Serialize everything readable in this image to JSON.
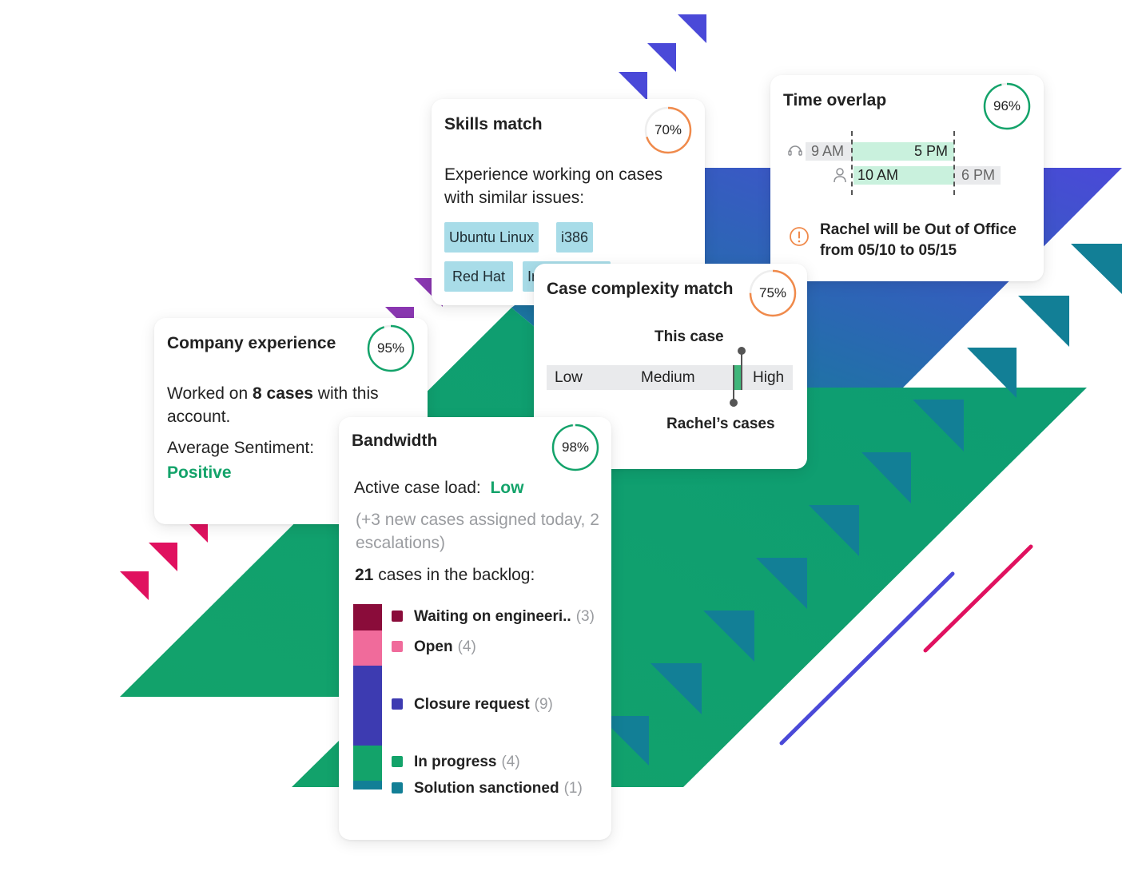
{
  "colors": {
    "green": "#13a36a",
    "teal": "#127f96",
    "indigo": "#4a49d8",
    "pink": "#e0115f",
    "purple": "#8a37b1",
    "orange": "#f08a4b",
    "tag_bg": "#a8dce8",
    "bar_green": "#c9f1dd"
  },
  "skills_match": {
    "title": "Skills match",
    "score": {
      "label": "70%",
      "value": 70,
      "color": "#f08a4b"
    },
    "description": "Experience working on cases with similar issues:",
    "tags": [
      "Ubuntu Linux",
      "i386",
      "Red Hat",
      "Intel"
    ]
  },
  "time_overlap": {
    "title": "Time overlap",
    "score": {
      "label": "96%",
      "value": 96,
      "color": "#13a36a"
    },
    "agent_icon": "headset-icon",
    "customer_icon": "person-icon",
    "agent_start": "9 AM",
    "agent_end": "5 PM",
    "customer_start": "10 AM",
    "customer_end": "6 PM",
    "warning_icon": "alert-circle-icon",
    "warning_text": "Rachel will be Out of Office from 05/10 to 05/15"
  },
  "case_complexity": {
    "title": "Case complexity match",
    "score": {
      "label": "75%",
      "value": 75,
      "color": "#f08a4b"
    },
    "this_case_label": "This case",
    "levels": [
      "Low",
      "Medium",
      "High"
    ],
    "rachels_cases_label": "Rachel’s cases"
  },
  "company_experience": {
    "title": "Company experience",
    "score": {
      "label": "95%",
      "value": 95,
      "color": "#13a36a"
    },
    "worked_prefix": "Worked on",
    "worked_count": "8 cases",
    "worked_suffix": "with this account.",
    "sentiment_label": "Average Sentiment:",
    "sentiment_value": "Positive"
  },
  "bandwidth": {
    "title": "Bandwidth",
    "score": {
      "label": "98%",
      "value": 98,
      "color": "#13a36a"
    },
    "active_label": "Active case load:",
    "active_value": "Low",
    "new_cases_note": "(+3 new cases assigned today, 2 escalations)",
    "backlog_count": "21",
    "backlog_suffix": "cases in the backlog:",
    "backlog": [
      {
        "name": "Waiting on engineeri..",
        "count_label": "(3)",
        "count": 3,
        "color": "#8a0c3a"
      },
      {
        "name": "Open",
        "count_label": "(4)",
        "count": 4,
        "color": "#f06b9b"
      },
      {
        "name": "Closure request",
        "count_label": "(9)",
        "count": 9,
        "color": "#3d3bb1"
      },
      {
        "name": "In progress",
        "count_label": "(4)",
        "count": 4,
        "color": "#13a36a"
      },
      {
        "name": "Solution sanctioned",
        "count_label": "(1)",
        "count": 1,
        "color": "#127f96"
      }
    ]
  }
}
